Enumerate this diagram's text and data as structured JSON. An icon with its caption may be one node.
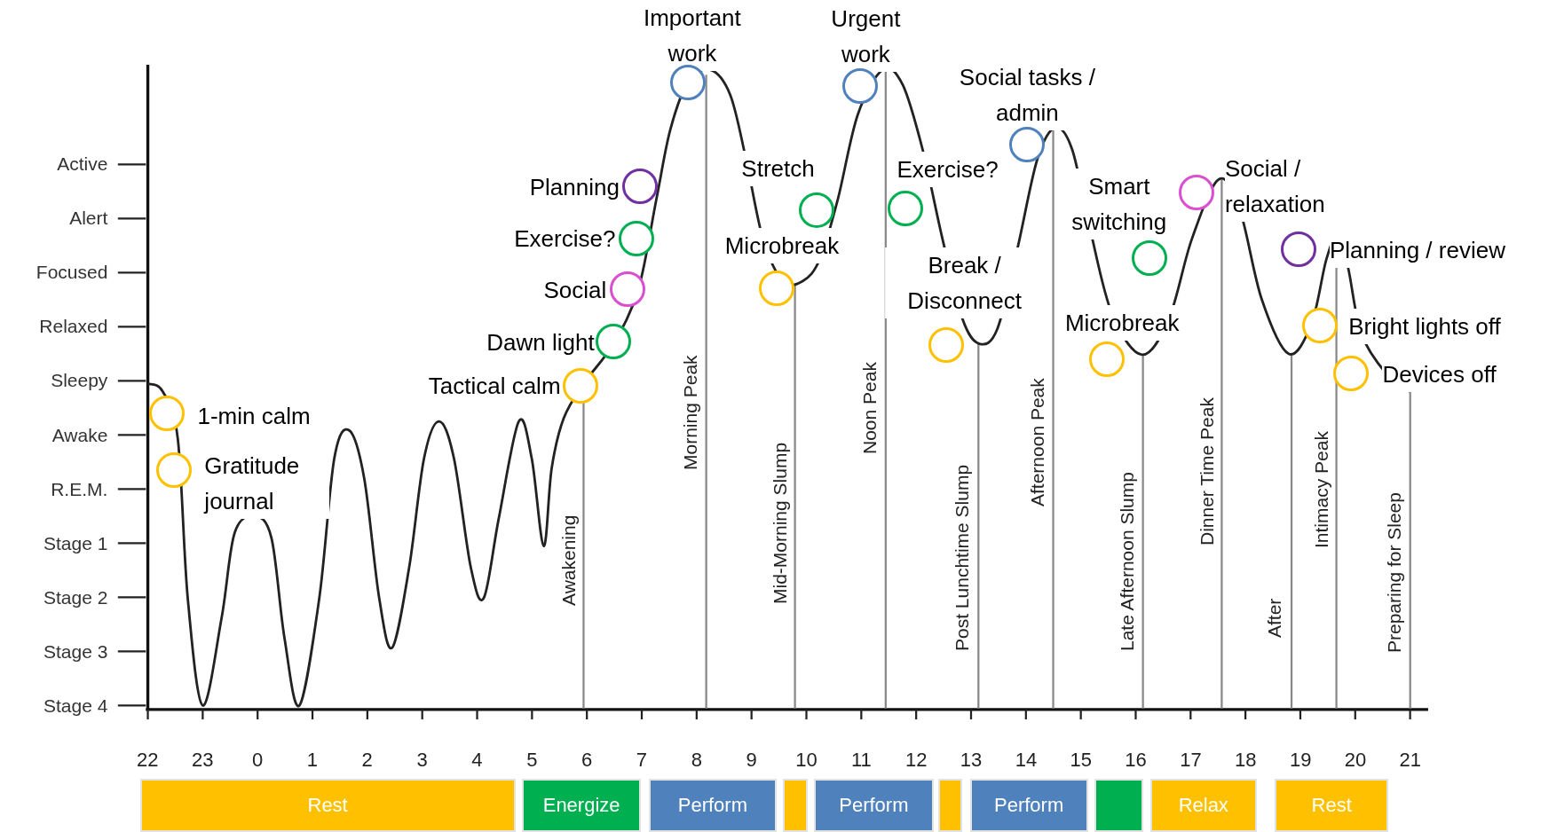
{
  "diagram": {
    "nodes": [
      {
        "text": [],
        "shape": "circle",
        "beside": [
          "1-min calm"
        ]
      },
      {
        "text": [],
        "shape": "circle",
        "beside": [
          "Gratitude journal"
        ]
      },
      {
        "text": [],
        "shape": "circle",
        "beside": [
          "Tactical calm"
        ]
      },
      {
        "text": [],
        "shape": "circle",
        "beside": [
          "Dawn light"
        ]
      },
      {
        "text": [],
        "shape": "circle",
        "beside": [
          "Social"
        ]
      },
      {
        "text": [],
        "shape": "circle",
        "beside": [
          "Exercise?"
        ]
      },
      {
        "text": [],
        "shape": "circle",
        "beside": [
          "Planning"
        ]
      },
      {
        "text": [],
        "shape": "circle",
        "beside": [
          "Important work"
        ]
      },
      {
        "text": [],
        "shape": "circle",
        "beside": [
          "Microbreak"
        ]
      },
      {
        "text": [],
        "shape": "circle",
        "beside": [
          "Stretch"
        ]
      },
      {
        "text": [],
        "shape": "circle",
        "beside": [
          "Urgent work"
        ]
      },
      {
        "text": [],
        "shape": "circle",
        "beside": [
          "Exercise?"
        ]
      },
      {
        "text": [],
        "shape": "circle",
        "beside": [
          "Break / Disconnect"
        ]
      },
      {
        "text": [],
        "shape": "circle",
        "beside": [
          "Social tasks / admin"
        ]
      },
      {
        "text": [],
        "shape": "circle",
        "beside": [
          "Microbreak"
        ]
      },
      {
        "text": [],
        "shape": "circle",
        "beside": [
          "Smart switching"
        ]
      },
      {
        "text": [],
        "shape": "circle",
        "beside": [
          "Social / relaxation"
        ]
      },
      {
        "text": [],
        "shape": "circle",
        "beside": [
          "Planning / review"
        ]
      },
      {
        "text": [],
        "shape": "circle",
        "beside": [
          "Bright lights off"
        ]
      },
      {
        "text": [],
        "shape": "circle",
        "beside": [
          "Devices off"
        ]
      },
      {
        "text": [
          "Rest"
        ]
      },
      {
        "text": [
          "Energize"
        ]
      },
      {
        "text": [
          "Perform"
        ]
      },
      {
        "text": [],
        "shape": "bar"
      },
      {
        "text": [
          "Perform"
        ]
      },
      {
        "text": [],
        "shape": "bar"
      },
      {
        "text": [
          "Perform"
        ]
      },
      {
        "text": [],
        "shape": "bar"
      },
      {
        "text": [
          "Relax"
        ]
      },
      {
        "text": [
          "Rest"
        ]
      }
    ],
    "labels": [
      "Active",
      "Alert",
      "Focused",
      "Relaxed",
      "Sleepy",
      "Awake",
      "R.E.M.",
      "Stage 1",
      "Stage 2",
      "Stage 3",
      "Stage 4",
      "Awakening",
      "Morning Peak",
      "Mid-Morning Slump",
      "Noon Peak",
      "Post Lunchtime Slump",
      "Afternoon Peak",
      "Late Afternoon Slump",
      "Dinner Time Peak",
      "After",
      "Intimacy Peak",
      "Preparing for Sleep",
      "22",
      "23",
      "0",
      "1",
      "2",
      "3",
      "4",
      "5",
      "6",
      "7",
      "8",
      "9",
      "10",
      "11",
      "12",
      "13",
      "14",
      "15",
      "16",
      "17",
      "18",
      "19",
      "20",
      "21"
    ]
  }
}
